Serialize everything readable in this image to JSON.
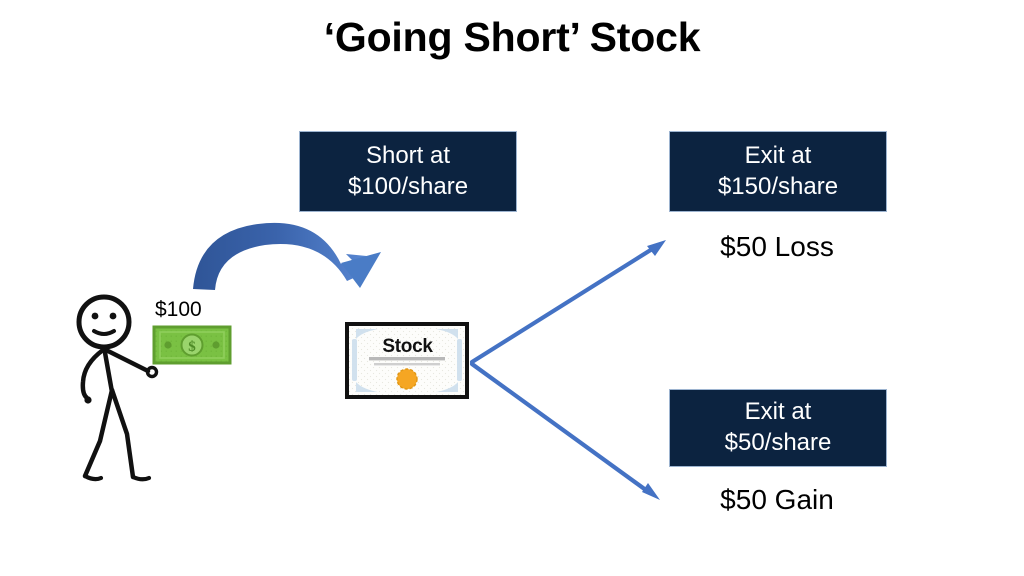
{
  "slide": {
    "title": "‘Going Short’ Stock",
    "background_color": "#ffffff"
  },
  "colors": {
    "navy_box": "#0c2340",
    "box_border": "#9db4d0",
    "arrow_blue": "#4472c4",
    "arrow_blue_dark": "#2f5597",
    "money_green": "#7ac143",
    "money_green_dark": "#5f9e2f",
    "seal_orange": "#f5a623",
    "text_black": "#000000",
    "text_white": "#ffffff"
  },
  "boxes": {
    "short": {
      "line1": "Short at",
      "line2": "$100/share"
    },
    "exit_high": {
      "line1": "Exit at",
      "line2": "$150/share"
    },
    "exit_low": {
      "line1": "Exit at",
      "line2": "$50/share"
    }
  },
  "outcomes": {
    "loss": "$50 Loss",
    "gain": "$50 Gain"
  },
  "money": {
    "amount_label": "$100",
    "symbol": "$"
  },
  "certificate": {
    "label": "Stock"
  },
  "icons": {
    "stick_figure": "stick-figure-icon",
    "banknote": "banknote-icon",
    "certificate": "stock-certificate-icon",
    "curved_arrow": "curved-arrow-icon",
    "arrow_up_right": "arrow-up-right-icon",
    "arrow_down_right": "arrow-down-right-icon"
  }
}
